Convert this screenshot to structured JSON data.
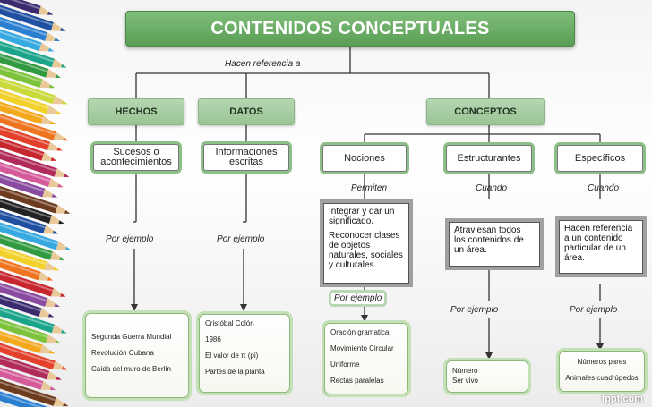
{
  "title": "CONTENIDOS CONCEPTUALES",
  "title_connector": "Hacen referencia a",
  "categories": {
    "hechos": "HECHOS",
    "datos": "DATOS",
    "conceptos": "CONCEPTOS"
  },
  "level2": {
    "hechos": "Sucesos o acontecimientos",
    "datos": "Informaciones escritas",
    "nociones": "Nociones",
    "estructurantes": "Estructurantes",
    "especificos": "Específicos"
  },
  "connectors": {
    "hechos_example": "Por ejemplo",
    "datos_example": "Por ejemplo",
    "nociones_link": "Permiten",
    "estructurantes_link": "Cuando",
    "especificos_link": "Cuando",
    "nociones_example": "Por ejemplo",
    "estructurantes_example": "Por ejemplo",
    "especificos_example": "Por ejemplo"
  },
  "explanations": {
    "nociones": [
      "Integrar y dar un significado.",
      "Reconocer clases de objetos naturales, sociales y culturales."
    ],
    "estructurantes": "Atraviesan todos los contenidos de un área.",
    "especificos": "Hacen referencia a un contenido particular de un área."
  },
  "examples": {
    "hechos": [
      "Segunda Guerra Mundial",
      "Revolución Cubana",
      "Caída del muro de Berlín"
    ],
    "datos": [
      "Cristóbal Colón",
      "1986",
      "El valor de π (pi)",
      "Partes de la planta"
    ],
    "nociones": [
      "Oración gramatical",
      "Movimiento Circular",
      "Uniforme",
      "Rectas paralelas"
    ],
    "estructurantes": [
      "Número",
      "Ser vivo"
    ],
    "especificos": [
      "Números pares",
      "Animales cuadrúpedos"
    ]
  },
  "brand": "fppt.com",
  "colors": {
    "title_green": "#5a9e55",
    "category_green": "#a6cca2",
    "glow_green": "#8dbf88",
    "explain_border": "#a0a0a0"
  },
  "decoration": "colored-pencils"
}
